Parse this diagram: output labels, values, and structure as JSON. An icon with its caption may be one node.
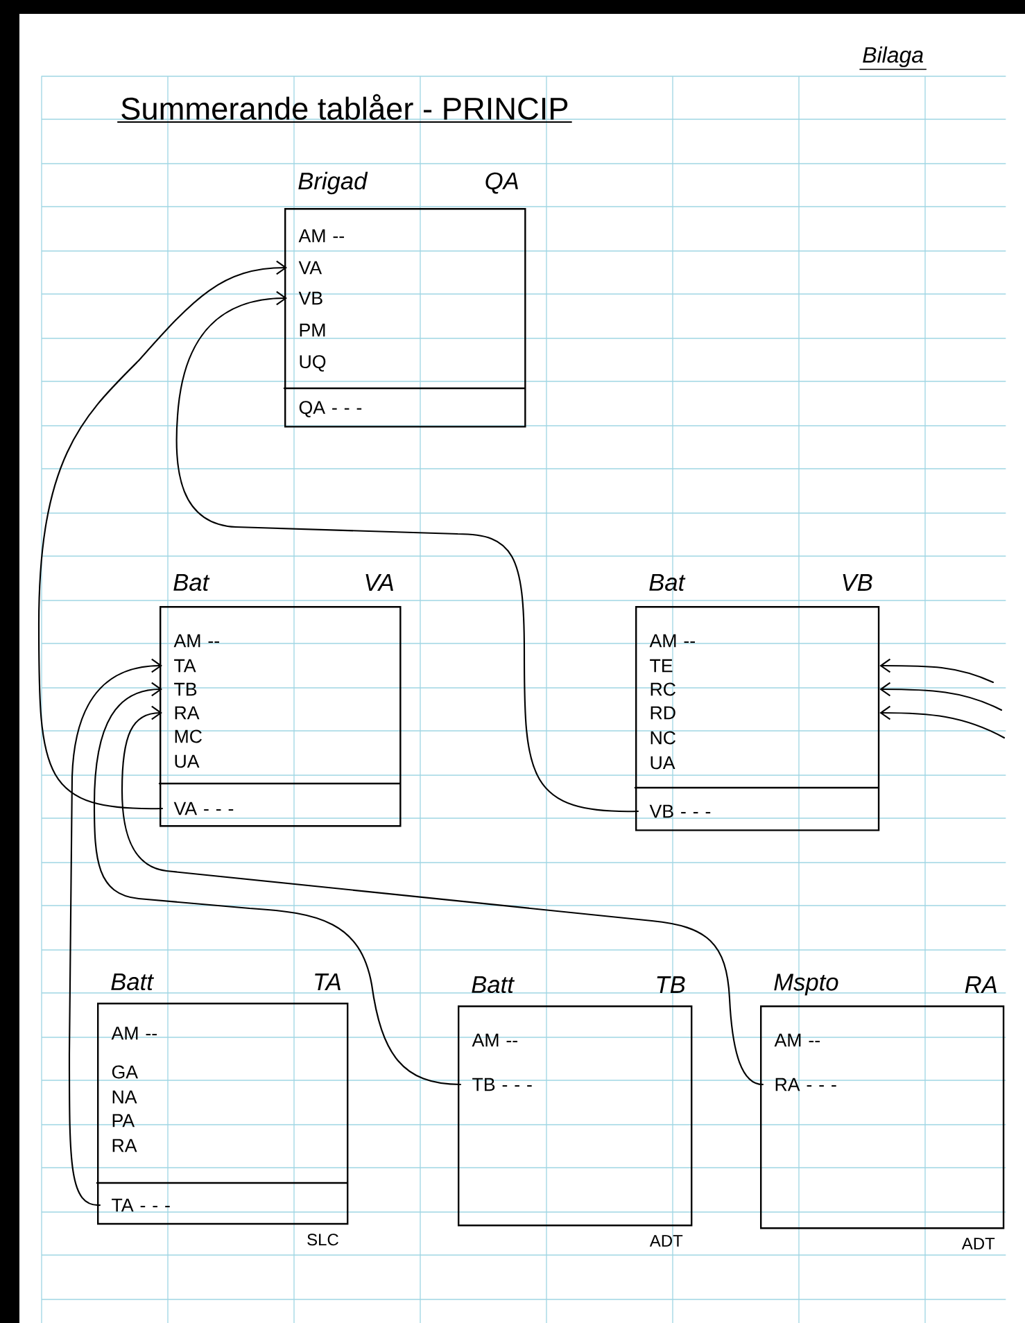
{
  "diagram": {
    "title": "Summerande tablåer - PRINCIP",
    "nodes": [
      {
        "text": [
          "Brigad",
          "QA"
        ]
      },
      {
        "text": [
          "AM --"
        ],
        "in": 0
      },
      {
        "text": [
          "VA"
        ],
        "in": 0
      },
      {
        "text": [
          "VB"
        ],
        "in": 0
      },
      {
        "text": [
          "PM"
        ],
        "in": 0
      },
      {
        "text": [
          "UQ"
        ],
        "in": 0
      },
      {
        "text": [
          "QA - - -"
        ],
        "in": 0
      },
      {
        "text": [
          "Bat",
          "VA"
        ]
      },
      {
        "text": [
          "AM --"
        ],
        "in": 7
      },
      {
        "text": [
          "TA"
        ],
        "in": 7
      },
      {
        "text": [
          "TB"
        ],
        "in": 7
      },
      {
        "text": [
          "RA"
        ],
        "in": 7
      },
      {
        "text": [
          "MC"
        ],
        "in": 7
      },
      {
        "text": [
          "UA"
        ],
        "in": 7
      },
      {
        "text": [
          "VA - - -"
        ],
        "in": 7
      },
      {
        "text": [
          "Bat",
          "VB"
        ]
      },
      {
        "text": [
          "AM --"
        ],
        "in": 15
      },
      {
        "text": [
          "TE"
        ],
        "in": 15
      },
      {
        "text": [
          "RC"
        ],
        "in": 15
      },
      {
        "text": [
          "RD"
        ],
        "in": 15
      },
      {
        "text": [
          "NC"
        ],
        "in": 15
      },
      {
        "text": [
          "UA"
        ],
        "in": 15
      },
      {
        "text": [
          "VB - - -"
        ],
        "in": 15
      },
      {
        "text": [
          "Batt",
          "TA"
        ],
        "beside": [
          "SLC"
        ]
      },
      {
        "text": [
          "AM --"
        ],
        "in": 23
      },
      {
        "text": [
          "GA"
        ],
        "in": 23
      },
      {
        "text": [
          "NA"
        ],
        "in": 23
      },
      {
        "text": [
          "PA"
        ],
        "in": 23
      },
      {
        "text": [
          "RA"
        ],
        "in": 23
      },
      {
        "text": [
          "TA - - -"
        ],
        "in": 23
      },
      {
        "text": [
          "Batt",
          "TB"
        ],
        "beside": [
          "ADT"
        ]
      },
      {
        "text": [
          "AM --"
        ],
        "in": 30
      },
      {
        "text": [
          "TB - - -"
        ],
        "in": 30
      },
      {
        "text": [
          "Mspto",
          "RA"
        ],
        "beside": [
          "ADT"
        ]
      },
      {
        "text": [
          "AM --"
        ],
        "in": 33
      },
      {
        "text": [
          "RA - - -"
        ],
        "in": 33
      }
    ],
    "edges": [
      {
        "from": 14,
        "to": 2,
        "arrow": "to"
      },
      {
        "from": 22,
        "to": 3,
        "arrow": "to"
      },
      {
        "from": 29,
        "to": 9,
        "arrow": "to"
      },
      {
        "from": 32,
        "to": 10,
        "arrow": "to"
      },
      {
        "from": 35,
        "to": 11,
        "arrow": "to"
      },
      {
        "from": null,
        "to": 15,
        "arrow": "to"
      },
      {
        "from": null,
        "to": 15,
        "arrow": "to"
      },
      {
        "from": null,
        "to": 15,
        "arrow": "to"
      }
    ],
    "labels": [
      "Bilaga"
    ]
  }
}
